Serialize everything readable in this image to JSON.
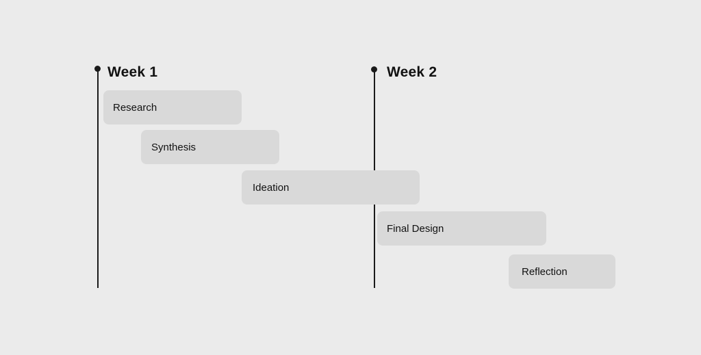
{
  "weeks": [
    {
      "label": "Week 1"
    },
    {
      "label": "Week 2"
    }
  ],
  "tasks": [
    {
      "label": "Research"
    },
    {
      "label": "Synthesis"
    },
    {
      "label": "Ideation"
    },
    {
      "label": "Final Design"
    },
    {
      "label": "Reflection"
    }
  ],
  "colors": {
    "background": "#ebebeb",
    "bar": "#d9d9d9",
    "line": "#1a1a1a",
    "text": "#111111"
  }
}
